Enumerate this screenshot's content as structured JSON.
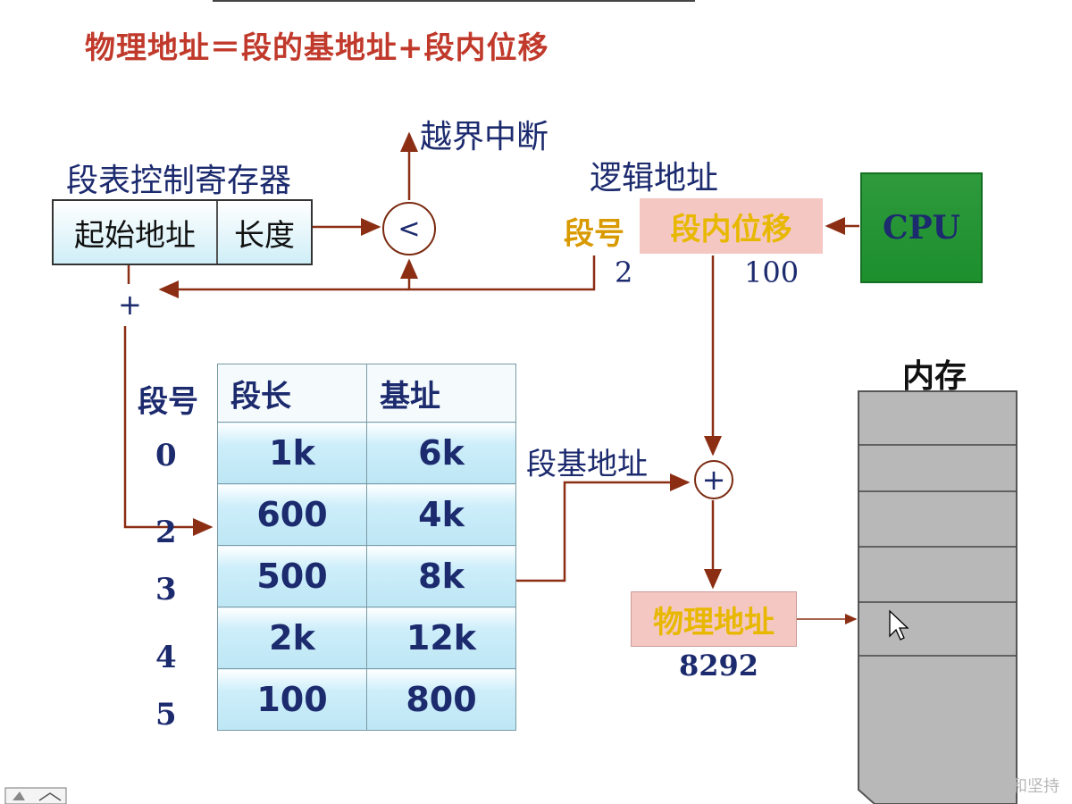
{
  "title": "物理地址＝段的基地址+段内位移",
  "overflow_label": "越界中断",
  "register": {
    "label": "段表控制寄存器",
    "start_label": "起始地址",
    "length_label": "长度"
  },
  "compare_symbol": "<",
  "logical": {
    "label": "逻辑地址",
    "seg_no_label": "段号",
    "offset_label": "段内位移",
    "seg_no_value": "2",
    "offset_value": "100"
  },
  "cpu_label": "CPU",
  "plus": "+",
  "segment_base_label": "段基地址",
  "table": {
    "col_seg_no": "段号",
    "col_length": "段长",
    "col_base": "基址",
    "rows": [
      {
        "no": "0",
        "length": "1k",
        "base": "6k"
      },
      {
        "no": "2",
        "length": "600",
        "base": "4k"
      },
      {
        "no": "3",
        "length": "500",
        "base": "8k"
      },
      {
        "no": "4",
        "length": "2k",
        "base": "12k"
      },
      {
        "no": "5",
        "length": "100",
        "base": "800"
      }
    ]
  },
  "physical": {
    "label": "物理地址",
    "value": "8292"
  },
  "memory_label": "内存",
  "watermark": "CSDN @勇气和坚持",
  "colors": {
    "title": "#c0392b",
    "wire": "#8b2e14",
    "text_blue": "#1c2a6e",
    "highlight_pink": "#f4c7c3",
    "highlight_yellow": "#e8b800",
    "cpu_green": "#2e9a3c",
    "memory_gray": "#b8b8b8",
    "table_cyan": "#cdeefa"
  }
}
